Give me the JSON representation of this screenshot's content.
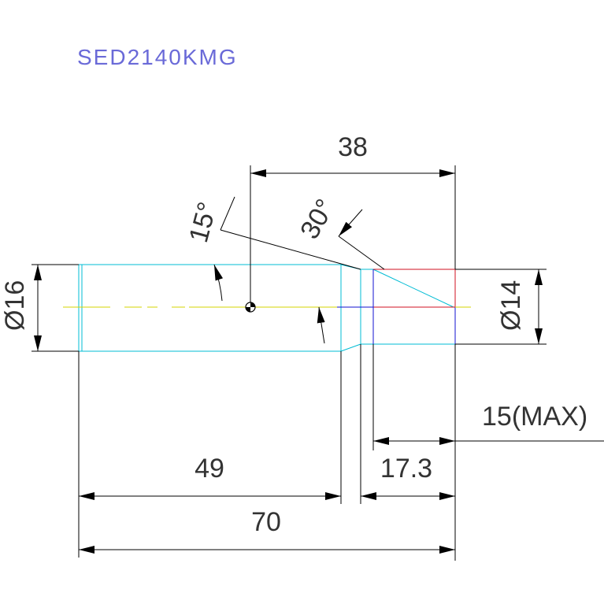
{
  "drawing": {
    "title": "SED2140KMG",
    "colors": {
      "background": "#ffffff",
      "dimension": "#000000",
      "title": "#6a6ad8",
      "body": "#00bcd4",
      "centerline": "#d4d400",
      "tip": "#d01020",
      "cutter_line": "#1010d0"
    },
    "dimensions": {
      "width_top": "38",
      "angle_1": "15°",
      "angle_2": "30°",
      "dia_left": "Ø16",
      "dia_right": "Ø14",
      "max_depth": "15(MAX)",
      "len_49": "49",
      "len_17_3": "17.3",
      "len_70": "70"
    }
  }
}
